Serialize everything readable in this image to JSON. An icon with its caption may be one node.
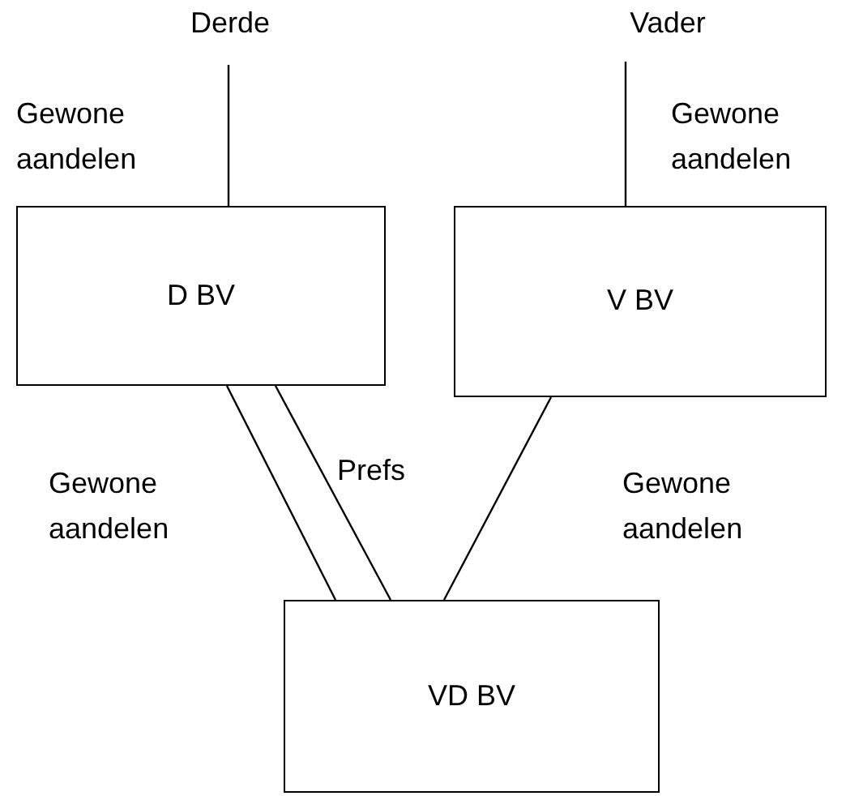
{
  "diagram": {
    "nodes": [
      {
        "text": [
          "Derde"
        ]
      },
      {
        "text": [
          "Vader"
        ]
      },
      {
        "text": [
          "D BV"
        ]
      },
      {
        "text": [
          "V BV"
        ]
      },
      {
        "text": [
          "VD BV"
        ]
      }
    ],
    "edges": [
      {
        "from": 0,
        "to": 2,
        "arrow": "none",
        "label": "Gewone aandelen"
      },
      {
        "from": 1,
        "to": 3,
        "arrow": "none",
        "label": "Gewone aandelen"
      },
      {
        "from": 2,
        "to": 4,
        "arrow": "none",
        "label": "Gewone aandelen"
      },
      {
        "from": 2,
        "to": 4,
        "arrow": "none",
        "label": "Prefs"
      },
      {
        "from": 3,
        "to": 4,
        "arrow": "none",
        "label": "Gewone aandelen"
      }
    ]
  }
}
